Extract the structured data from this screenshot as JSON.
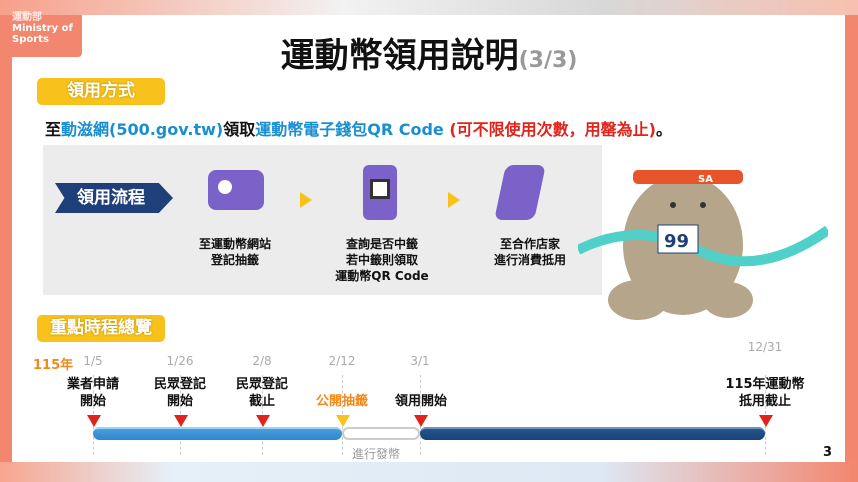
{
  "logo": {
    "line1": "運動部",
    "line2": "Ministry of",
    "line3": "Sports"
  },
  "title": {
    "main": "運動幣領用說明",
    "page": "(3/3)"
  },
  "section1": {
    "label": "領用方式"
  },
  "instruction": {
    "p1": "至",
    "p2": "動滋網(500.gov.tw)",
    "p3": "領取",
    "p4": "運動幣電子錢包QR Code",
    "p5": " (可不限使用次數，用罄為止)",
    "p6": "。"
  },
  "flow": {
    "label": "領用流程",
    "steps": [
      {
        "icon": "id-card-icon",
        "text": [
          "至運動幣網站",
          "登記抽籤"
        ]
      },
      {
        "icon": "phone-qr-icon",
        "text": [
          "查詢是否中籤",
          "若中籤則領取",
          "運動幣QR Code"
        ]
      },
      {
        "icon": "ticket-icon",
        "text": [
          "至合作店家",
          "進行消費抵用"
        ]
      }
    ]
  },
  "mascot": {
    "headband": "SA",
    "bib": "99"
  },
  "section2": {
    "label": "重點時程總覽"
  },
  "timeline": {
    "year": "115年",
    "events": [
      {
        "date": "1/5",
        "label": [
          "業者申請",
          "開始"
        ]
      },
      {
        "date": "1/26",
        "label": [
          "民眾登記",
          "開始"
        ]
      },
      {
        "date": "2/8",
        "label": [
          "民眾登記",
          "截止"
        ]
      },
      {
        "date": "2/12",
        "label": [
          "公開抽籤"
        ]
      },
      {
        "date": "3/1",
        "label": [
          "領用開始"
        ]
      },
      {
        "date": "12/31",
        "label": [
          "115年運動幣",
          "抵用截止"
        ]
      }
    ],
    "gap_label": "進行發幣"
  },
  "page_number": "3",
  "colors": {
    "yellow": "#f7c21b",
    "navy": "#1f3f7a",
    "blue": "#1a8fd0",
    "red": "#e0241b",
    "orange": "#f08a1c"
  }
}
